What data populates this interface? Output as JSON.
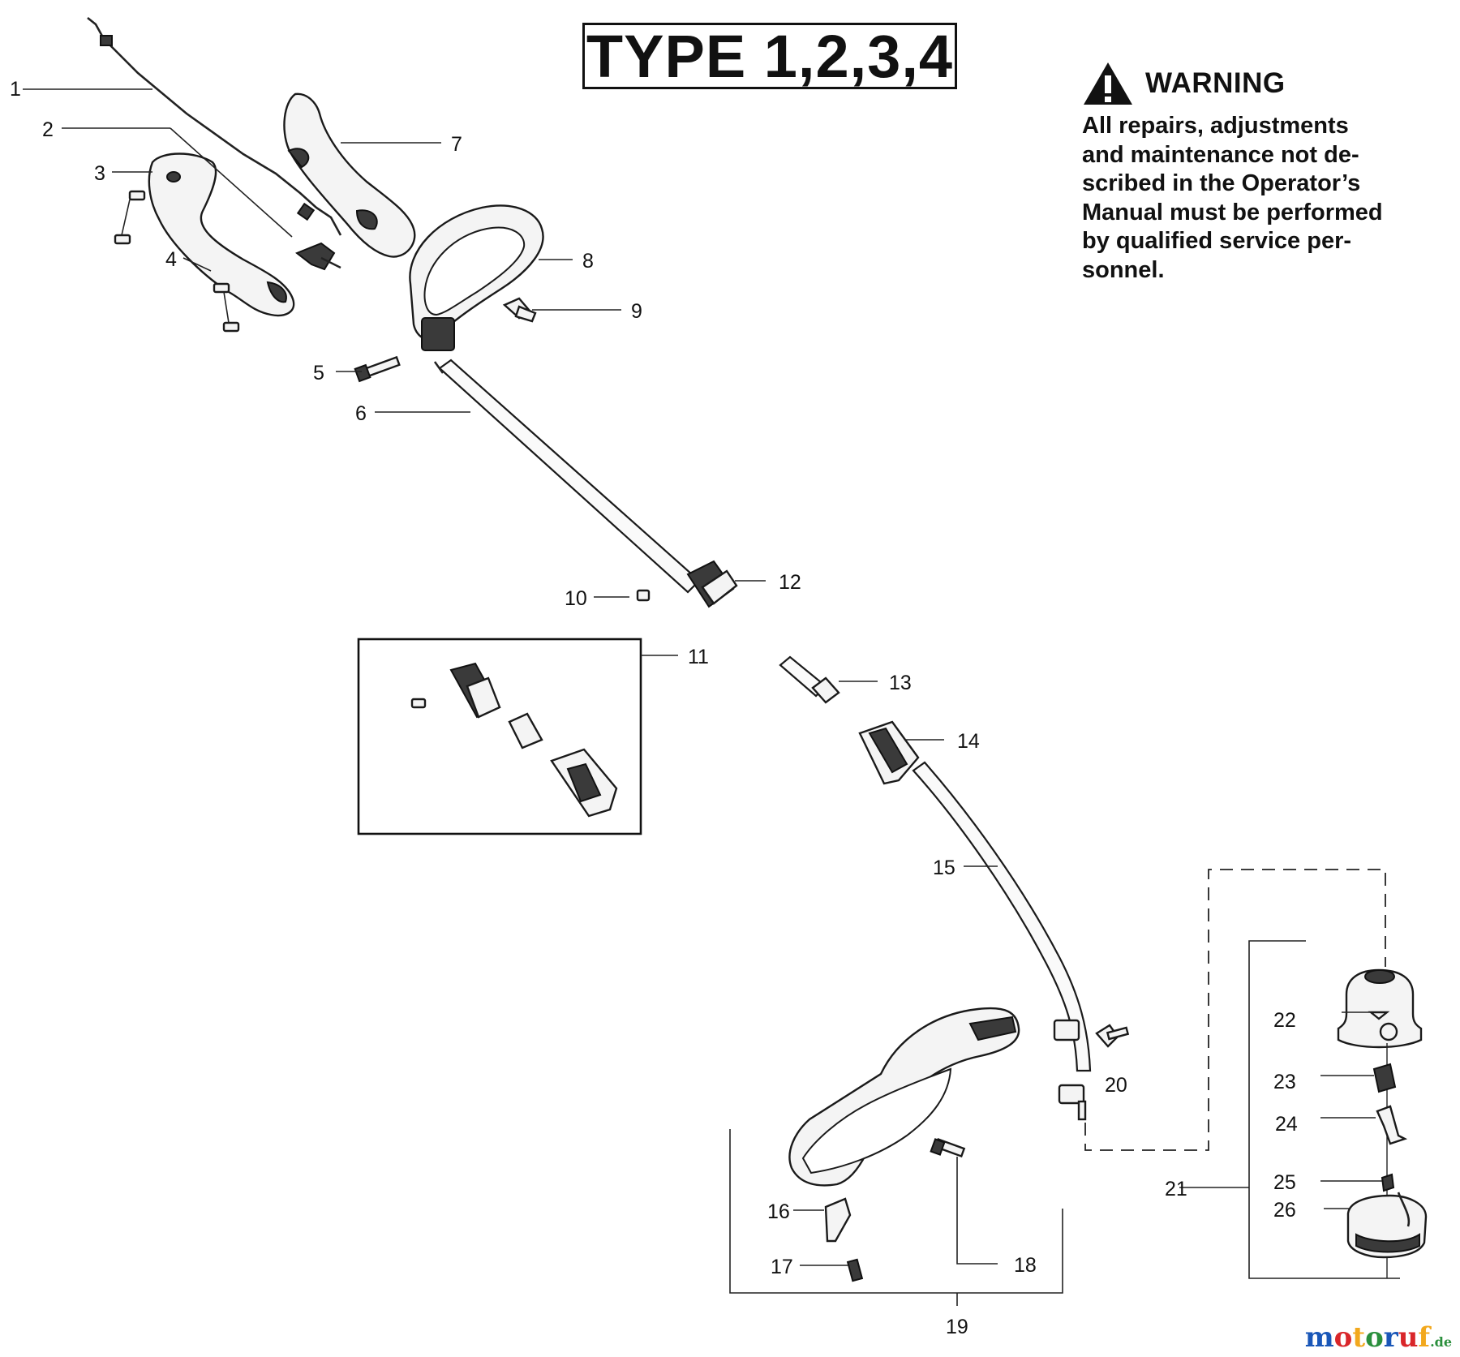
{
  "title": "TYPE 1,2,3,4",
  "warning": {
    "heading": "WARNING",
    "lines": [
      "All repairs, adjustments",
      "and maintenance not de-",
      "scribed in the Operator’s",
      "Manual must be performed",
      "by qualified service per-",
      "sonnel."
    ]
  },
  "callouts": [
    "1",
    "2",
    "3",
    "4",
    "5",
    "6",
    "7",
    "8",
    "9",
    "10",
    "11",
    "12",
    "13",
    "14",
    "15",
    "16",
    "17",
    "18",
    "19",
    "20",
    "21",
    "22",
    "23",
    "24",
    "25",
    "26"
  ],
  "watermark": {
    "text_main": "motoruf",
    "text_suffix": ".de",
    "colors": [
      "#1a57b8",
      "#d9262a",
      "#f2a81d",
      "#2a8f3c",
      "#1a57b8",
      "#d9262a",
      "#f2a81d"
    ]
  }
}
